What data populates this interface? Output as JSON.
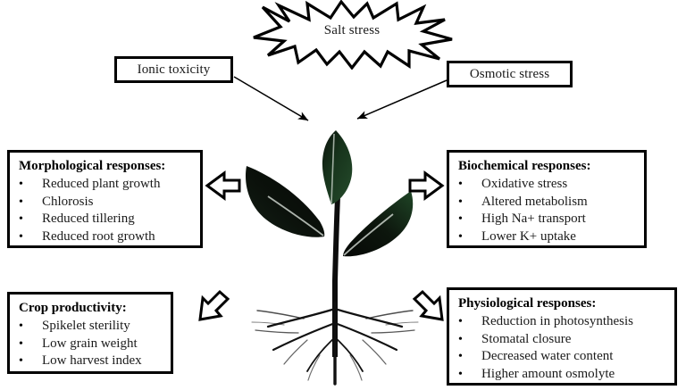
{
  "diagram": {
    "title": "Salt stress",
    "stressor_label": "Salt stress",
    "top_boxes": [
      {
        "name": "ionic-toxicity",
        "label": "Ionic toxicity"
      },
      {
        "name": "osmotic-stress",
        "label": "Osmotic stress"
      }
    ],
    "plant": {
      "name": "seedling-illustration",
      "leaf_color": "#1b3b22",
      "leaf_dark_color": "#0a0f0a",
      "stem_color": "#0d0d0d",
      "root_color": "#111111"
    },
    "panels": {
      "morphological": {
        "heading": "Morphological responses:",
        "items": [
          "Reduced plant growth",
          "Chlorosis",
          "Reduced tillering",
          "Reduced root growth"
        ]
      },
      "biochemical": {
        "heading": "Biochemical responses:",
        "items": [
          "Oxidative stress",
          "Altered metabolism",
          "High Na+ transport",
          "Lower K+ uptake"
        ]
      },
      "crop_productivity": {
        "heading": "Crop productivity:",
        "items": [
          "Spikelet sterility",
          "Low grain weight",
          "Low harvest index"
        ]
      },
      "physiological": {
        "heading": "Physiological responses:",
        "items": [
          "Reduction in photosynthesis",
          "Stomatal closure",
          "Decreased water content",
          "Higher amount osmolyte"
        ]
      }
    },
    "bullet_glyph": "•",
    "arrows": {
      "thin": [
        {
          "name": "arrow-ionic-to-plant",
          "direction": "down-right"
        },
        {
          "name": "arrow-osmotic-to-plant",
          "direction": "down-left"
        }
      ],
      "block": [
        {
          "name": "block-arrow-left-morphological",
          "direction": "left"
        },
        {
          "name": "block-arrow-right-biochemical",
          "direction": "right"
        },
        {
          "name": "block-arrow-down-left-crop",
          "direction": "down-left"
        },
        {
          "name": "block-arrow-down-right-physiological",
          "direction": "down-right"
        }
      ]
    },
    "colors": {
      "line": "#000000",
      "text": "#1a1a1a",
      "background": "#ffffff"
    }
  }
}
